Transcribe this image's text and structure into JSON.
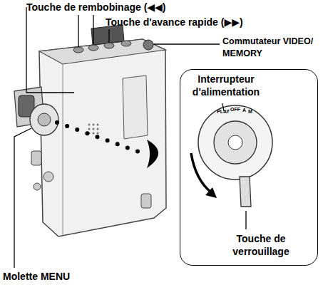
{
  "diagram": {
    "nodes": [
      {
        "text": [
          "Interrupteur d'alimentation",
          "Touche de verrouillage"
        ]
      }
    ],
    "labels": [
      "Touche de rembobinage (◀◀)",
      "Touche d'avance rapide (▶▶)",
      "Commutateur VIDEO/ MEMORY",
      "Molette MENU",
      "PLAY",
      "OFF",
      "A",
      "M"
    ]
  }
}
